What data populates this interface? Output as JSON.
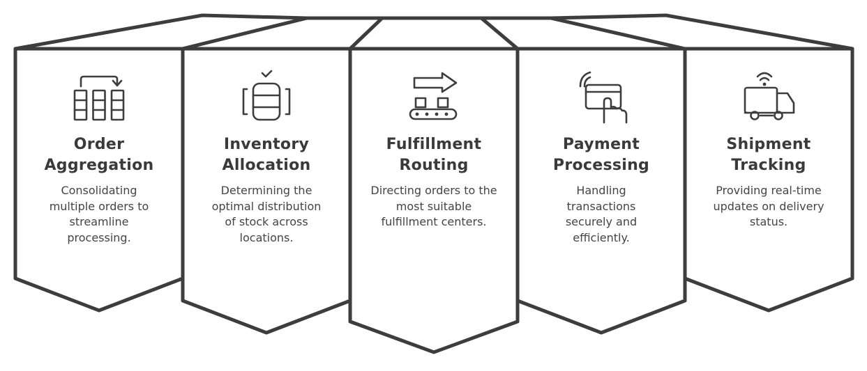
{
  "diagram": {
    "steps": [
      {
        "title_line1": "Order",
        "title_line2": "Aggregation",
        "description": "Consolidating multiple orders to streamline processing.",
        "icon": "order-aggregation-icon"
      },
      {
        "title_line1": "Inventory",
        "title_line2": "Allocation",
        "description": "Determining the optimal distribution of stock across locations.",
        "icon": "inventory-allocation-icon"
      },
      {
        "title_line1": "Fulfillment",
        "title_line2": "Routing",
        "description": "Directing orders to the most suitable fulfillment centers.",
        "icon": "fulfillment-routing-icon"
      },
      {
        "title_line1": "Payment",
        "title_line2": "Processing",
        "description": "Handling transactions securely and efficiently.",
        "icon": "payment-processing-icon"
      },
      {
        "title_line1": "Shipment",
        "title_line2": "Tracking",
        "description": "Providing real-time updates on delivery status.",
        "icon": "shipment-tracking-icon"
      }
    ],
    "stroke_color": "#3d3d3d",
    "background_color": "#ffffff"
  }
}
